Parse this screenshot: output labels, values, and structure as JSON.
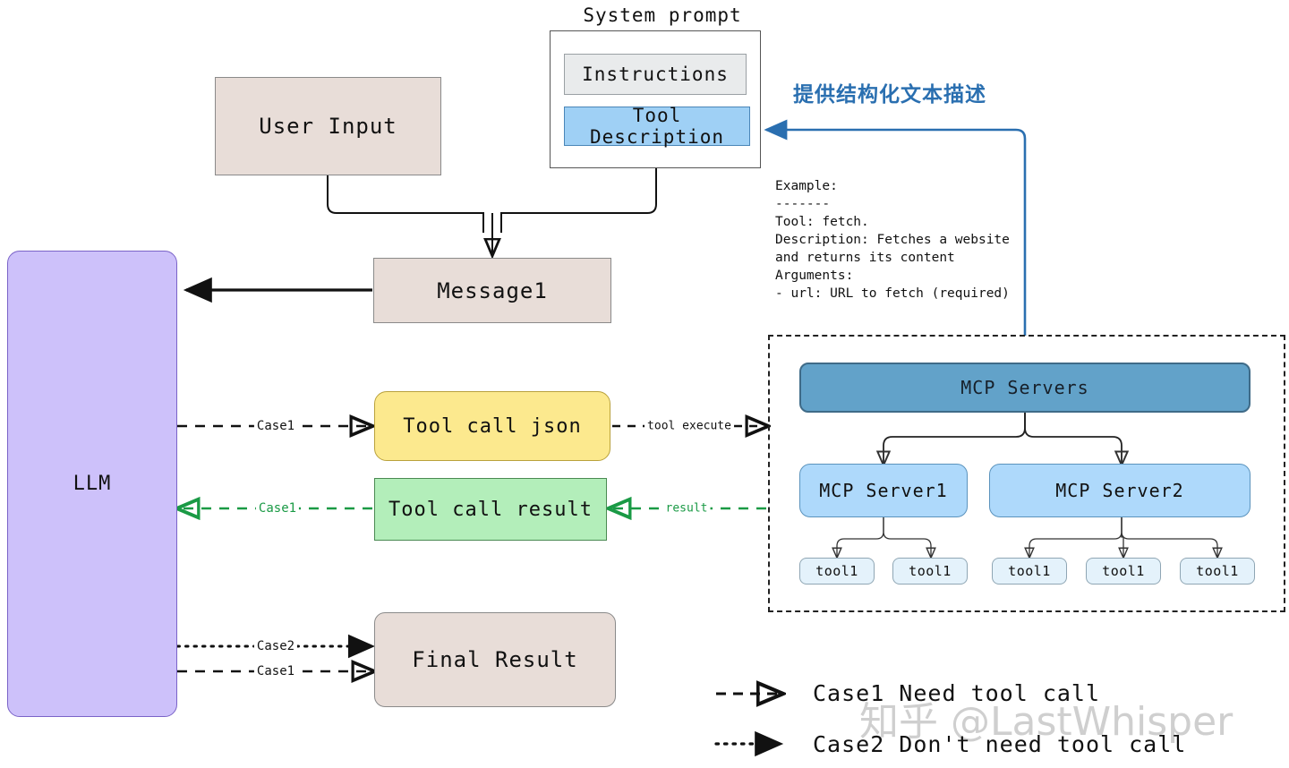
{
  "diagram": {
    "title_label": "System prompt",
    "nodes": {
      "user_input": "User Input",
      "message1": "Message1",
      "llm": "LLM",
      "tool_call_json": "Tool call json",
      "tool_call_result": "Tool call result",
      "final_result": "Final Result",
      "instructions": "Instructions",
      "tool_description": "Tool Description",
      "mcp_servers": "MCP Servers",
      "mcp_server1": "MCP Server1",
      "mcp_server2": "MCP Server2",
      "tool_s1_a": "tool1",
      "tool_s1_b": "tool1",
      "tool_s2_a": "tool1",
      "tool_s2_b": "tool1",
      "tool_s2_c": "tool1"
    },
    "annotation_cn": "提供结构化文本描述",
    "example_block": "Example:\n-------\nTool: fetch.\nDescription: Fetches a website\nand returns its content\nArguments:\n- url: URL to fetch (required)",
    "edge_labels": {
      "llm_to_tooljson": "Case1",
      "tooljson_to_mcp": "tool execute",
      "mcp_to_result": "result",
      "result_to_llm": "Case1",
      "llm_to_final_case2": "Case2",
      "llm_to_final_case1": "Case1"
    },
    "legend": [
      {
        "style": "dashed",
        "text": "Case1 Need tool call"
      },
      {
        "style": "dotted",
        "text": "Case2 Don't need tool call"
      }
    ],
    "watermark": "知乎 @LastWhisper",
    "colors": {
      "beige": "#e8ddd8",
      "purple": "#cdc1fa",
      "yellow": "#fce98e",
      "green": "#b3eeba",
      "blue_light": "#aed9fb",
      "blue_mid": "#9fd0f5",
      "blue_dark": "#62a2c9",
      "tool_fill": "#e4f2fb",
      "annotation_blue": "#2a6fb0",
      "green_edge": "#1a9a45",
      "black_edge": "#111111"
    }
  }
}
